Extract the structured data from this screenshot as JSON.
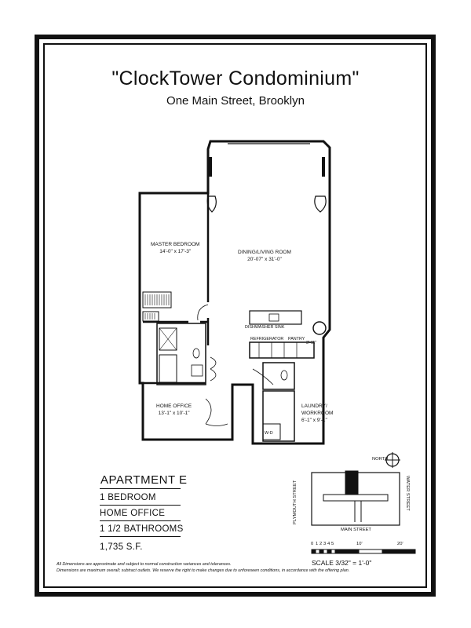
{
  "title": "\"ClockTower Condominium\"",
  "subtitle": "One Main Street, Brooklyn",
  "rooms": {
    "master_bedroom": {
      "name": "MASTER BEDROOM",
      "dims": "14'-0\" x 17'-3\""
    },
    "dining_living": {
      "name": "DINING/LIVING ROOM",
      "dims": "20'-07\" x 31'-0\""
    },
    "home_office": {
      "name": "HOME OFFICE",
      "dims": "13'-1\" x 10'-1\""
    },
    "laundry": {
      "name_line1": "LAUNDRY/",
      "name_line2": "WORKROOM",
      "dims": "6'-1\" x 9'-1\""
    }
  },
  "fixtures": {
    "dishwasher_sink": "DISHWASHER SINK",
    "refrigerator": "REFRIGERATOR",
    "pantry": "PANTRY",
    "pantry_dims": "3'-11\"",
    "washer_dryer": "W-D"
  },
  "apartment": {
    "name": "APARTMENT E",
    "features": [
      "1 BEDROOM",
      "HOME OFFICE",
      "1 1/2 BATHROOMS"
    ],
    "area": "1,735 S.F."
  },
  "disclaimer": {
    "line1": "All Dimensions are approximate and subject to normal construction variances and tolerances.",
    "line2": "Dimensions are maximum overall; subtract outlets.  We reserve the right to make changes due to unforeseen conditions, in accordance with the offering plan."
  },
  "key_plan": {
    "north": "NORTH",
    "west_street": "PLYMOUTH STREET",
    "east_street": "WATER STREET",
    "south_street": "MAIN STREET"
  },
  "scale": {
    "ticks": [
      "0",
      "1",
      "2",
      "3",
      "4",
      "5",
      "10'",
      "20'"
    ],
    "label": "SCALE 3/32\" = 1'-0\""
  }
}
